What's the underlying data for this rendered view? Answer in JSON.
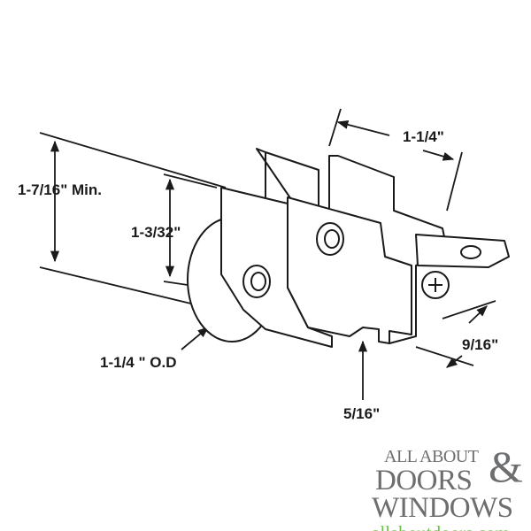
{
  "diagram": {
    "labels": {
      "width_top": "1-1/4\"",
      "height_total": "1-7/16\" Min.",
      "height_inner": "1-3/32\"",
      "wheel_od": "1-1/4 \" O.D",
      "depth": "9/16\"",
      "slot": "5/16\""
    }
  },
  "logo": {
    "line1": "ALL ABOUT",
    "line2": "DOORS",
    "ampersand": "&",
    "line3": "WINDOWS",
    "url": "allaboutdoors.com"
  },
  "colors": {
    "line": "#1a1a1a",
    "logo_gray": "#6d6e70",
    "logo_green": "#6cc04a"
  }
}
